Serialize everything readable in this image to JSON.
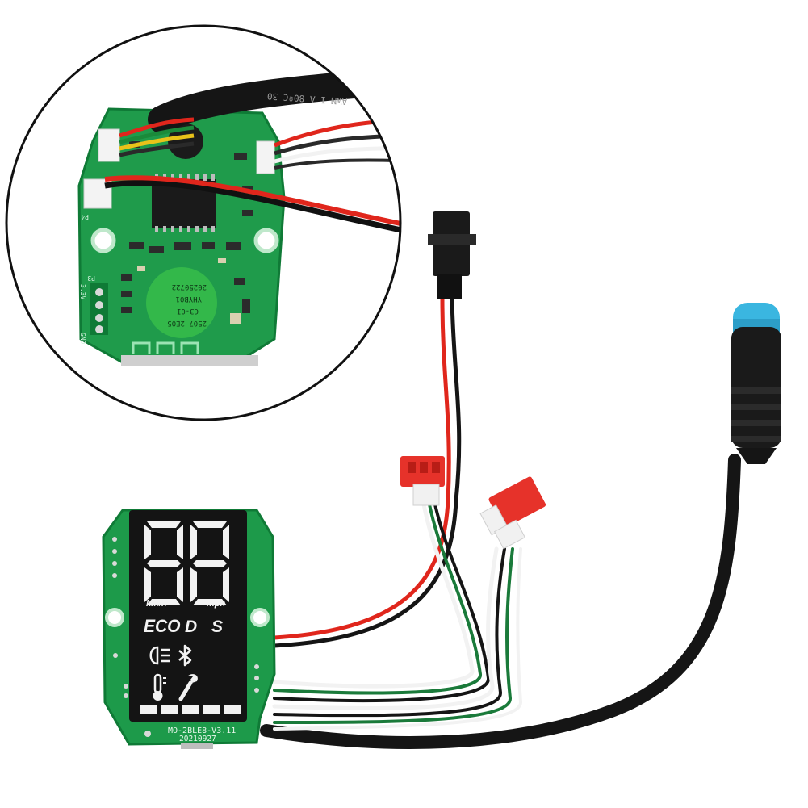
{
  "board_markings": {
    "model": "MO-2BLE8-V3.11",
    "date": "20210927",
    "pin_3v": "3.3V",
    "pin_gnd": "GND",
    "pin_p3": "P3",
    "pin_p4": "P4",
    "cable_print": "AWM I A 80ºC 30",
    "sticker": [
      "2507 2E05",
      "C3-0I",
      "YHYB01",
      "20250722"
    ]
  },
  "display": {
    "digits": "88",
    "unit_kmh": "km/h",
    "unit_mph": "mph",
    "mode_eco": "ECO",
    "mode_d": "D",
    "mode_s": "S",
    "icons": [
      "headlight-icon",
      "bluetooth-icon",
      "thermometer-icon",
      "wrench-icon"
    ],
    "battery_segments": 5
  },
  "colors": {
    "pcb": "#1d9a4a",
    "pcb_dark": "#0f7a36",
    "screen": "#141414",
    "segment": "#f2f2f2",
    "wire_red": "#e0261c",
    "wire_black": "#111111",
    "connector_red": "#e6322a",
    "plug_cyan": "#3ab6e0"
  }
}
